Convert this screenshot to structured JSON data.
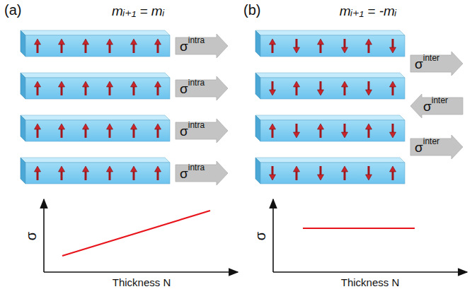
{
  "diagram": {
    "nodes": [
      {
        "text": [
          "σ",
          "intra"
        ]
      },
      {
        "text": [
          "σ",
          "intra"
        ]
      },
      {
        "text": [
          "σ",
          "intra"
        ]
      },
      {
        "text": [
          "σ",
          "intra"
        ]
      },
      {
        "text": [
          "σ",
          "inter"
        ]
      },
      {
        "text": [
          "σ",
          "inter"
        ]
      },
      {
        "text": [
          "σ",
          "inter"
        ]
      }
    ],
    "labels": [
      "(a)",
      "mᵢ₊₁ = mᵢ",
      "(b)",
      "mᵢ₊₁ = -mᵢ",
      "σ",
      "Thickness N",
      "σ",
      "Thickness N"
    ]
  }
}
